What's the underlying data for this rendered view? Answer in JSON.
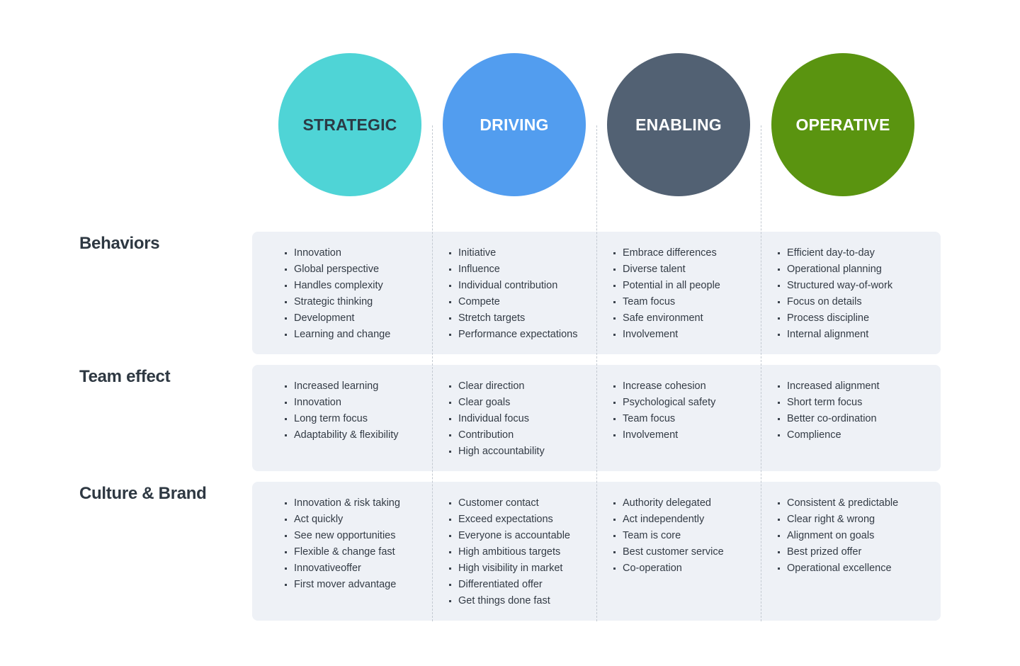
{
  "columns": [
    {
      "label": "STRATEGIC",
      "color": "#4fd4d6",
      "text_color": "#2b3a45"
    },
    {
      "label": "DRIVING",
      "color": "#529def",
      "text_color": "#ffffff"
    },
    {
      "label": "ENABLING",
      "color": "#526173",
      "text_color": "#ffffff"
    },
    {
      "label": "OPERATIVE",
      "color": "#5a9410",
      "text_color": "#ffffff"
    }
  ],
  "rows": [
    {
      "label": "Behaviors",
      "cells": [
        [
          "Innovation",
          "Global perspective",
          "Handles complexity",
          "Strategic thinking",
          "Development",
          "Learning and change"
        ],
        [
          "Initiative",
          "Influence",
          "Individual contribution",
          "Compete",
          "Stretch targets",
          "Performance expectations"
        ],
        [
          "Embrace differences",
          "Diverse talent",
          "Potential in all people",
          "Team focus",
          "Safe environment",
          "Involvement"
        ],
        [
          "Efficient day-to-day",
          "Operational planning",
          "Structured way-of-work",
          "Focus on details",
          "Process discipline",
          "Internal alignment"
        ]
      ]
    },
    {
      "label": "Team effect",
      "cells": [
        [
          "Increased learning",
          "Innovation",
          "Long term focus",
          "Adaptability & flexibility"
        ],
        [
          "Clear direction",
          "Clear goals",
          "Individual focus",
          "Contribution",
          "High accountability"
        ],
        [
          "Increase cohesion",
          "Psychological safety",
          "Team focus",
          "Involvement"
        ],
        [
          "Increased alignment",
          "Short term focus",
          "Better co-ordination",
          "Complience"
        ]
      ]
    },
    {
      "label": "Culture & Brand",
      "cells": [
        [
          "Innovation & risk taking",
          "Act quickly",
          "See new opportunities",
          "Flexible & change fast",
          "Innovativeoffer",
          "First mover advantage"
        ],
        [
          "Customer contact",
          "Exceed expectations",
          "Everyone is accountable",
          "High ambitious targets",
          "High visibility in market",
          "Differentiated offer",
          "Get things done fast"
        ],
        [
          "Authority delegated",
          "Act independently",
          "Team is core",
          "Best customer service",
          "Co-operation"
        ],
        [
          "Consistent & predictable",
          "Clear right & wrong",
          "Alignment on goals",
          "Best prized offer",
          "Operational excellence"
        ]
      ]
    }
  ]
}
